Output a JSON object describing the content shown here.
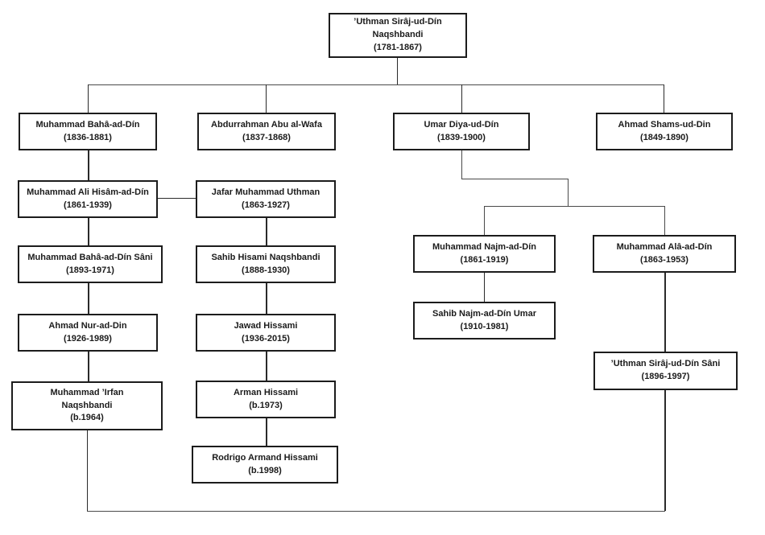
{
  "diagram_type": "family-tree",
  "colors": {
    "background": "#ffffff",
    "box_border": "#1c1c1c",
    "box_fill": "#ffffff",
    "line": "#4a4a4a",
    "text": "#1b1b1b"
  },
  "nodes": {
    "root": {
      "name": "’Uthman Sirâj-ud-Dín Naqshbandi",
      "dates": "(1781-1867)"
    },
    "baha": {
      "name": "Muhammad Bahâ-ad-Dín",
      "dates": "(1836-1881)"
    },
    "abdwafa": {
      "name": "Abdurrahman Abu al-Wafa",
      "dates": "(1837-1868)"
    },
    "umar": {
      "name": "Umar Diya-ud-Dín",
      "dates": "(1839-1900)"
    },
    "shams": {
      "name": "Ahmad Shams-ud-Din",
      "dates": "(1849-1890)"
    },
    "hisam": {
      "name": "Muhammad Ali Hisâm-ad-Dín",
      "dates": "(1861-1939)"
    },
    "jafar": {
      "name": "Jafar Muhammad Uthman",
      "dates": "(1863-1927)"
    },
    "baha_sani": {
      "name": "Muhammad Bahâ-ad-Dín Sâni",
      "dates": "(1893-1971)"
    },
    "sahib_hisami": {
      "name": "Sahib Hisami Naqshbandi",
      "dates": "(1888-1930)"
    },
    "nur": {
      "name": "Ahmad Nur-ad-Din",
      "dates": "(1926-1989)"
    },
    "jawad": {
      "name": "Jawad Hissami",
      "dates": "(1936-2015)"
    },
    "irfan": {
      "name": "Muhammad ’Irfan Naqshbandi",
      "dates": "(b.1964)"
    },
    "arman": {
      "name": "Arman Hissami",
      "dates": "(b.1973)"
    },
    "rodrigo": {
      "name": "Rodrigo Armand Hissami",
      "dates": "(b.1998)"
    },
    "najm": {
      "name": "Muhammad Najm-ad-Dín",
      "dates": "(1861-1919)"
    },
    "ala": {
      "name": "Muhammad Alâ-ad-Dín",
      "dates": "(1863-1953)"
    },
    "sahib_najm": {
      "name": "Sahib Najm-ad-Dín Umar",
      "dates": "(1910-1981)"
    },
    "uthman_sani": {
      "name": "’Uthman Sirâj-ud-Dín Sâni",
      "dates": "(1896-1997)"
    }
  },
  "edges": [
    {
      "from": "root",
      "to": "baha"
    },
    {
      "from": "root",
      "to": "abdwafa"
    },
    {
      "from": "root",
      "to": "umar"
    },
    {
      "from": "root",
      "to": "shams"
    },
    {
      "from": "baha",
      "to": "hisam"
    },
    {
      "from": "hisam",
      "to": "jafar",
      "type": "lateral-link"
    },
    {
      "from": "hisam",
      "to": "baha_sani"
    },
    {
      "from": "baha_sani",
      "to": "nur"
    },
    {
      "from": "nur",
      "to": "irfan"
    },
    {
      "from": "jafar",
      "to": "sahib_hisami"
    },
    {
      "from": "sahib_hisami",
      "to": "jawad"
    },
    {
      "from": "jawad",
      "to": "arman"
    },
    {
      "from": "arman",
      "to": "rodrigo"
    },
    {
      "from": "umar",
      "to": "najm"
    },
    {
      "from": "umar",
      "to": "ala"
    },
    {
      "from": "najm",
      "to": "sahib_najm"
    },
    {
      "from": "ala",
      "to": "uthman_sani"
    },
    {
      "from": "irfan",
      "to": "uthman_sani",
      "type": "bottom-link"
    }
  ]
}
